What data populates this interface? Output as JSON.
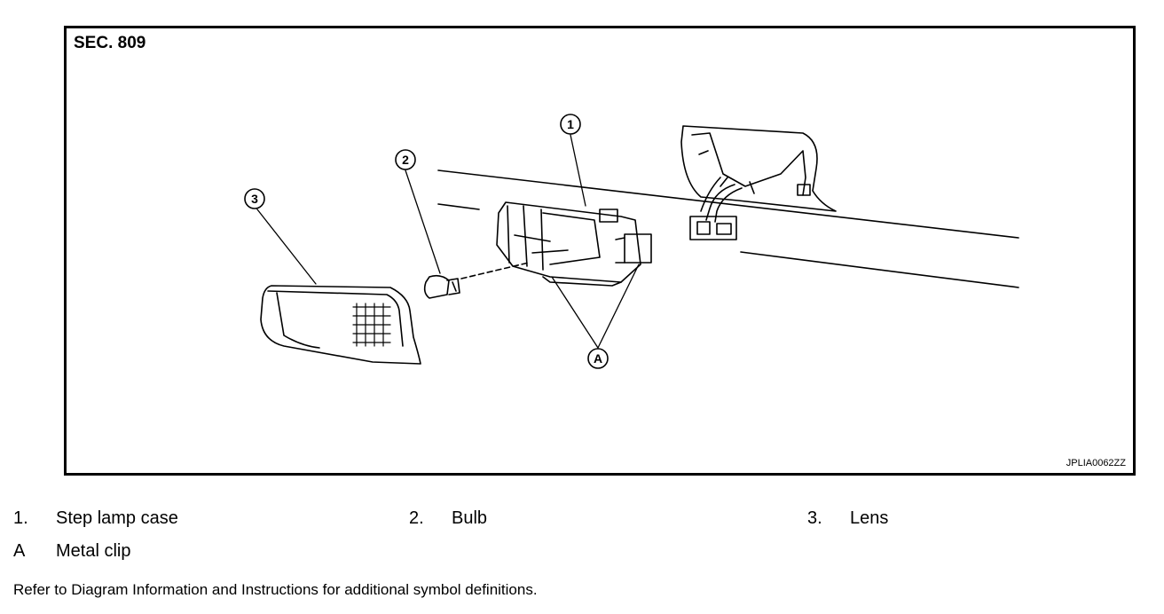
{
  "figure": {
    "section_label": "SEC. 809",
    "image_code": "JPLIA0062ZZ",
    "callouts": {
      "case": "1",
      "bulb": "2",
      "lens": "3",
      "clip": "A"
    }
  },
  "legend": [
    {
      "num": "1.",
      "text": "Step lamp case"
    },
    {
      "num": "2.",
      "text": "Bulb"
    },
    {
      "num": "3.",
      "text": "Lens"
    },
    {
      "num": "A",
      "text": "Metal clip"
    }
  ],
  "note": "Refer to Diagram Information and Instructions for additional symbol definitions."
}
